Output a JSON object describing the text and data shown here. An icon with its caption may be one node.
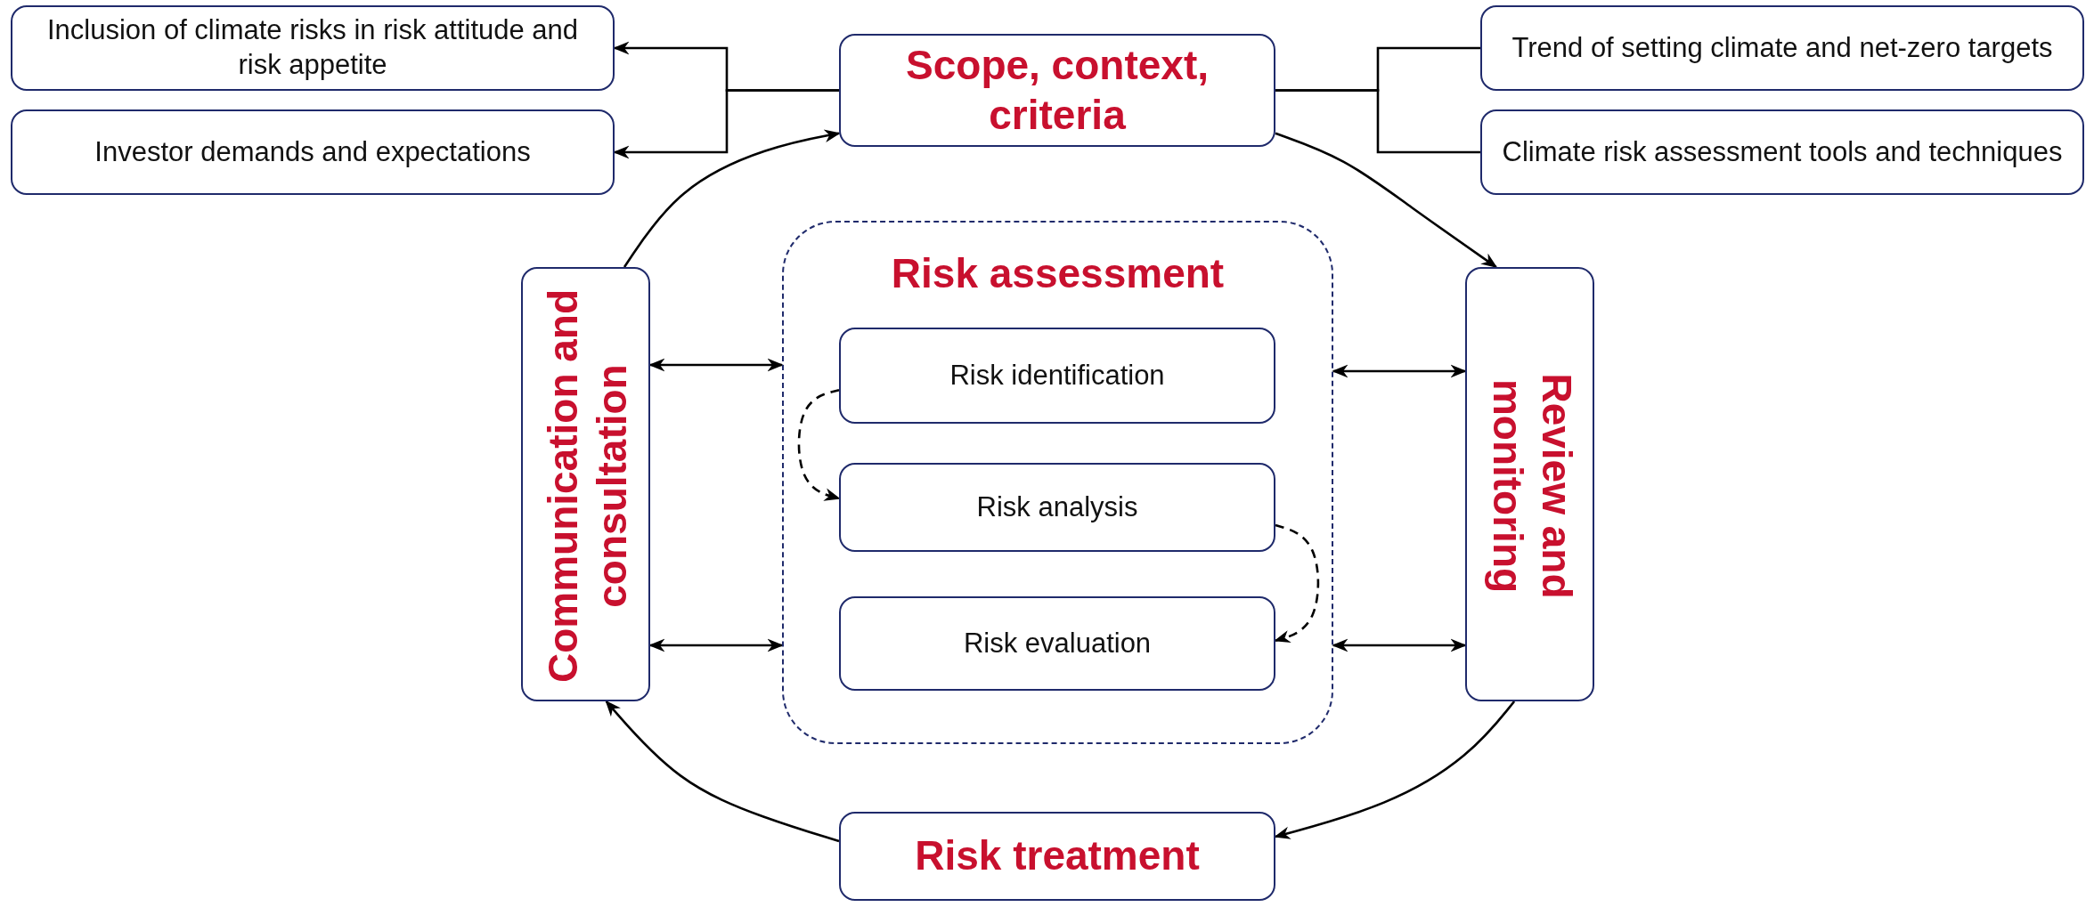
{
  "diagram": {
    "nodes": [
      {
        "text": [
          "Inclusion of climate risks in risk attitude and risk appetite"
        ]
      },
      {
        "text": [
          "Investor demands and expectations"
        ]
      },
      {
        "text": [
          "Scope, context, criteria"
        ]
      },
      {
        "text": [
          "Trend of setting climate and net-zero targets"
        ]
      },
      {
        "text": [
          "Climate risk assessment tools and techniques"
        ]
      },
      {
        "text": [
          "Communication and consultation"
        ]
      },
      {
        "text": [
          "Risk assessment"
        ]
      },
      {
        "text": [
          "Risk identification"
        ],
        "in": 6
      },
      {
        "text": [
          "Risk analysis"
        ],
        "in": 6
      },
      {
        "text": [
          "Risk evaluation"
        ],
        "in": 6
      },
      {
        "text": [
          "Review and monitoring"
        ]
      },
      {
        "text": [
          "Risk treatment"
        ]
      }
    ],
    "edges": [
      {
        "from": 2,
        "to": 0,
        "arrow": "to"
      },
      {
        "from": 2,
        "to": 1,
        "arrow": "to"
      },
      {
        "from": 2,
        "to": 3,
        "arrow": "none"
      },
      {
        "from": 2,
        "to": 4,
        "arrow": "none"
      },
      {
        "from": 5,
        "to": 2,
        "arrow": "to"
      },
      {
        "from": 2,
        "to": 10,
        "arrow": "to"
      },
      {
        "from": 10,
        "to": 11,
        "arrow": "to"
      },
      {
        "from": 11,
        "to": 5,
        "arrow": "to"
      },
      {
        "from": 5,
        "to": 6,
        "arrow": "both"
      },
      {
        "from": 5,
        "to": 6,
        "arrow": "both"
      },
      {
        "from": 6,
        "to": 10,
        "arrow": "both"
      },
      {
        "from": 6,
        "to": 10,
        "arrow": "both"
      },
      {
        "from": 7,
        "to": 8,
        "arrow": "to",
        "style": "dashed"
      },
      {
        "from": 8,
        "to": 9,
        "arrow": "to",
        "style": "dashed"
      }
    ]
  }
}
